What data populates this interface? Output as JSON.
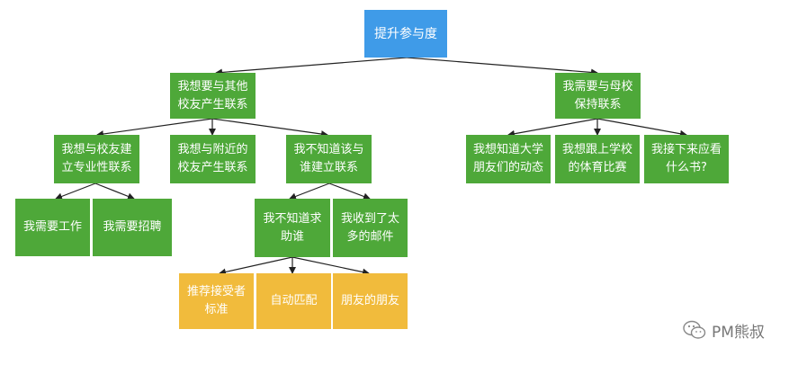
{
  "nodes": {
    "root": "提升参与度",
    "n1": "我想要与其他校友产生联系",
    "n2": "我需要与母校保持联系",
    "n11": "我想与校友建立专业性联系",
    "n12": "我想与附近的校友产生联系",
    "n13": "我不知道该与谁建立联系",
    "n111": "我需要工作",
    "n112": "我需要招聘",
    "n131": "我不知道求助谁",
    "n132": "我收到了太多的邮件",
    "n1311": "推荐接受者标准",
    "n1312": "自动匹配",
    "n1313": "朋友的朋友",
    "n21": "我想知道大学朋友们的动态",
    "n22": "我想跟上学校的体育比赛",
    "n23": "我接下来应看什么书?"
  },
  "watermark": {
    "text": "PM熊叔",
    "icon": "wechat-icon"
  },
  "colors": {
    "root": "#3f9be8",
    "category": "#4ea839",
    "solution": "#f1bb3c",
    "edge": "#222222"
  }
}
